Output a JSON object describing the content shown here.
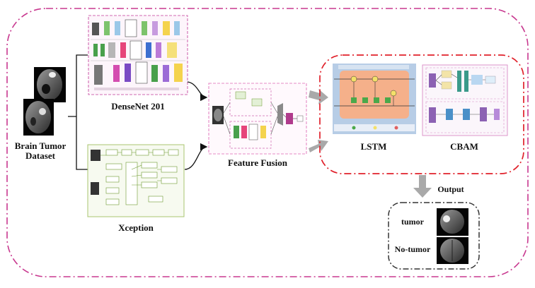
{
  "dataset": {
    "line1": "Brain Tumor",
    "line2": "Dataset"
  },
  "models": {
    "densenet": "DenseNet 201",
    "xception": "Xception"
  },
  "fusion": {
    "label": "Feature Fusion"
  },
  "attention": {
    "lstm": "LSTM",
    "cbam": "CBAM"
  },
  "output": {
    "label": "Output",
    "classes": [
      "tumor",
      "No-tumor"
    ]
  },
  "colors": {
    "outer_border": "#c8388f",
    "attention_border": "#e0202a",
    "output_border": "#333333",
    "fusion_border": "#e58ac5",
    "arrow_gray": "#a9a9a9",
    "lstm_bg": "#b7cde6",
    "lstm_inner": "#f5b08a"
  }
}
